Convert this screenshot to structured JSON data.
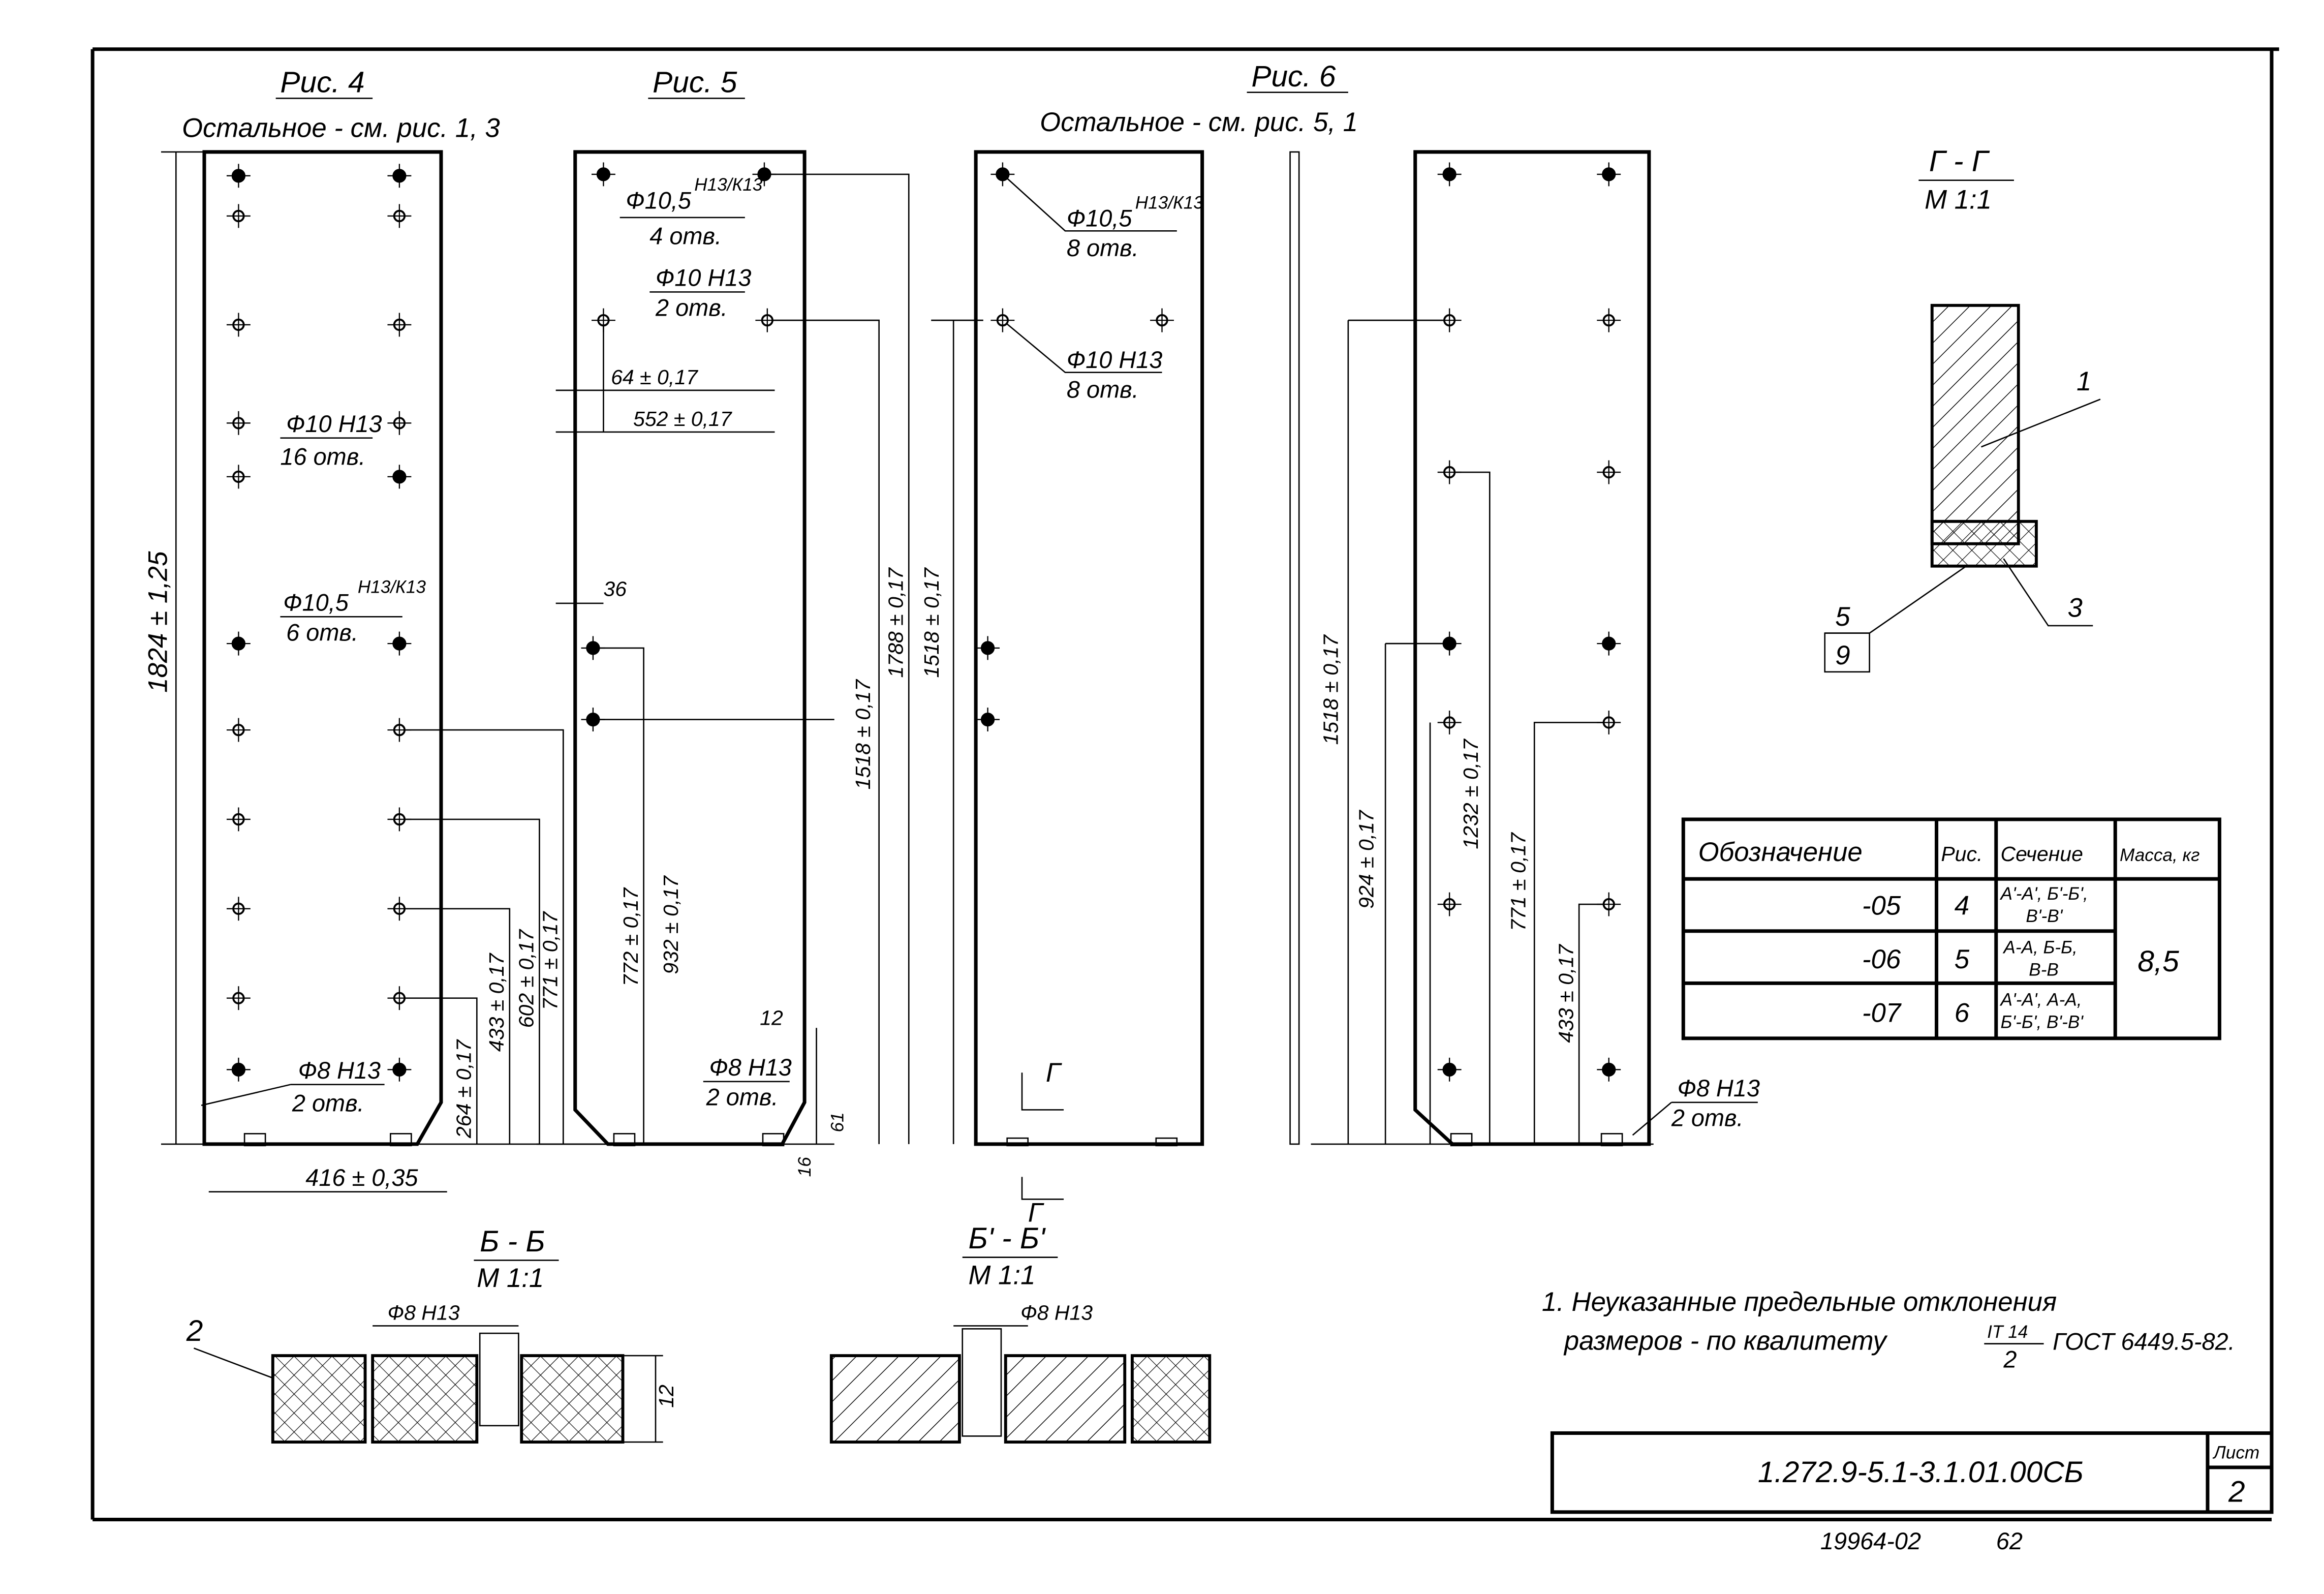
{
  "figures": {
    "fig4": {
      "title": "Рис. 4",
      "subtitle": "Остальное - см. рис. 1, 3"
    },
    "fig5": {
      "title": "Рис. 5"
    },
    "fig6": {
      "title": "Рис. 6",
      "subtitle": "Остальное - см. рис. 5, 1"
    }
  },
  "fig4_labels": {
    "height": "1824 ± 1,25",
    "hole10_d": "Ф10 Н13",
    "hole10_n": "16 отв.",
    "hole105_d": "Ф10,5",
    "hole105_tol": "Н13/К13",
    "hole105_n": "6 отв.",
    "hole8_d": "Ф8 Н13",
    "hole8_n": "2 отв.",
    "width": "416 ± 0,35",
    "d264": "264 ± 0,17",
    "d433": "433 ± 0,17",
    "d602": "602 ± 0,17",
    "d771": "771 ± 0,17"
  },
  "fig5_labels": {
    "hole105_d": "Ф10,5",
    "hole105_tol": "Н13/К13",
    "hole105_n": "4 отв.",
    "hole10_d": "Ф10 Н13",
    "hole10_n": "2 отв.",
    "d64": "64 ± 0,17",
    "d552": "552 ± 0,17",
    "d36": "36",
    "d772": "772 ± 0,17",
    "d932": "932 ± 0,17",
    "d1518a": "1518 ± 0,17",
    "d1788": "1788 ± 0,17",
    "d1518b": "1518 ± 0,17",
    "d12": "12",
    "d16": "16",
    "d61": "61",
    "hole8_d": "Ф8 Н13",
    "hole8_n": "2 отв."
  },
  "fig6_labels": {
    "hole105_d": "Ф10,5",
    "hole105_tol": "Н13/К13",
    "hole105_n": "8 отв.",
    "hole10_d": "Ф10 Н13",
    "hole10_n": "8 отв.",
    "cut": "Г",
    "d1518": "1518 ± 0,17",
    "d924": "924 ± 0,17",
    "d1232": "1232 ± 0,17",
    "d771": "771 ± 0,17",
    "d433": "433 ± 0,17",
    "hole8_d": "Ф8 Н13",
    "hole8_n": "2 отв."
  },
  "section_gg": {
    "title": "Г - Г",
    "scale": "М 1:1",
    "callouts": [
      "1",
      "3",
      "5",
      "9"
    ]
  },
  "section_bb": {
    "title": "Б - Б",
    "scale": "М 1:1",
    "hole": "Ф8 Н13",
    "callout": "2",
    "thickness": "12"
  },
  "section_bb2": {
    "title": "Б' - Б'",
    "scale": "М 1:1",
    "hole": "Ф8 Н13"
  },
  "table": {
    "headers": [
      "Обозначение",
      "Рис.",
      "Сечение",
      "Масса, кг"
    ],
    "rows": [
      {
        "designation": "-05",
        "fig": "4",
        "sections_1": "А'-А', Б'-Б',",
        "sections_2": "В'-В'"
      },
      {
        "designation": "-06",
        "fig": "5",
        "sections_1": "А-А, Б-Б,",
        "sections_2": "В-В"
      },
      {
        "designation": "-07",
        "fig": "6",
        "sections_1": "А'-А', А-А,",
        "sections_2": "Б'-Б', В'-В'"
      }
    ],
    "mass": "8,5"
  },
  "note": {
    "line1": "1. Неуказанные предельные отклонения",
    "line2": "размеров - по квалитету",
    "fraction_top": "IT 14",
    "fraction_bottom": "2",
    "line2_end": "ГОСТ 6449.5-82."
  },
  "title_block": {
    "code": "1.272.9-5.1-3.1.01.00СБ",
    "sheet_label": "Лист",
    "sheet": "2"
  },
  "footer": {
    "stamp": "19964-02",
    "number": "62"
  }
}
